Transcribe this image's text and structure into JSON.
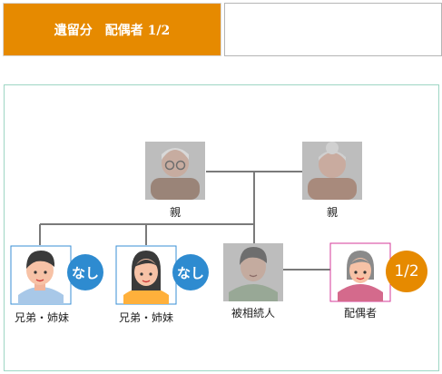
{
  "header": {
    "title": "遺留分　配偶者 1/2",
    "result_value": ""
  },
  "colors": {
    "accent": "#e68a00",
    "badge_none": "#2e8bd0",
    "sibling_border": "#3a8fd6",
    "spouse_border": "#d63a9a",
    "line": "#7a7a7a",
    "frame": "#9ed6c4"
  },
  "people": {
    "father": {
      "label": "親",
      "icon": "grandfather-icon",
      "faded": true
    },
    "mother": {
      "label": "親",
      "icon": "grandmother-icon",
      "faded": true
    },
    "sibling1": {
      "label": "兄弟・姉妹",
      "icon": "boy-icon",
      "badge": "なし"
    },
    "sibling2": {
      "label": "兄弟・姉妹",
      "icon": "girl-icon",
      "badge": "なし"
    },
    "deceased": {
      "label": "被相続人",
      "icon": "man-icon",
      "faded": true
    },
    "spouse": {
      "label": "配偶者",
      "icon": "woman-icon",
      "badge": "1/2"
    }
  }
}
